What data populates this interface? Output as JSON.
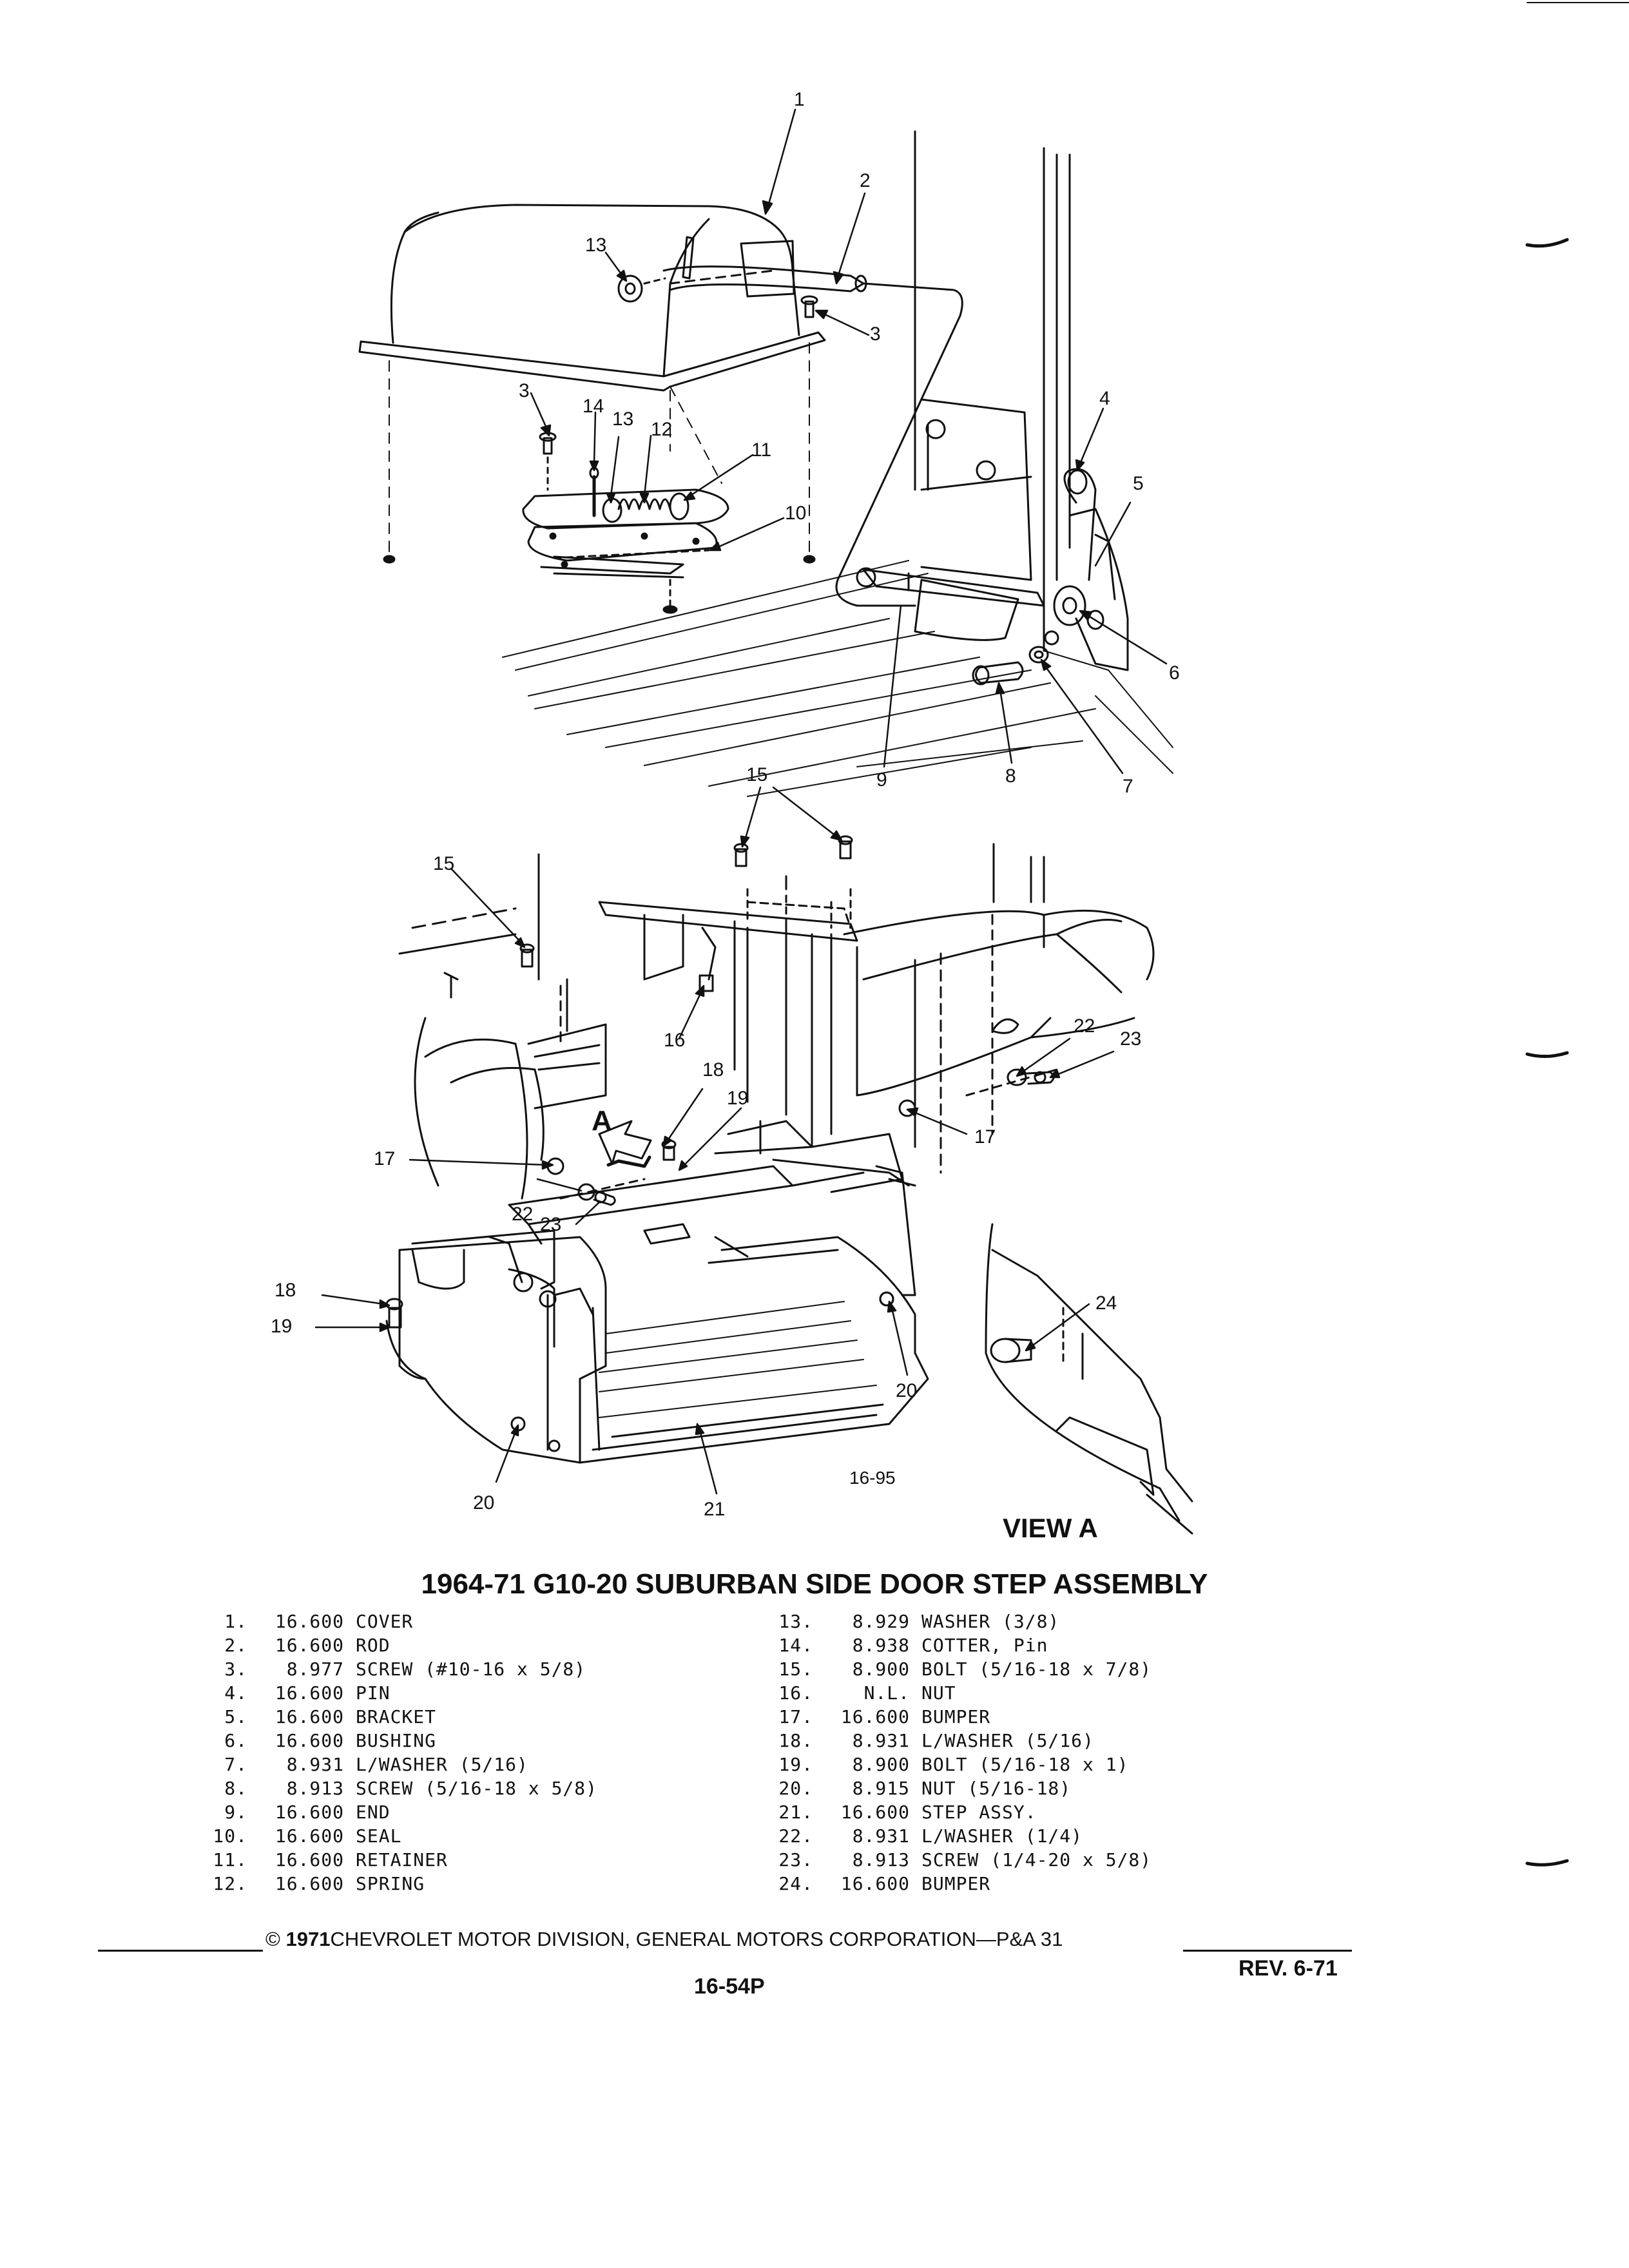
{
  "title": "1964-71 G10-20 SUBURBAN SIDE DOOR STEP ASSEMBLY",
  "figure_code": "16-95",
  "view_label": "VIEW A",
  "arrow_letter": "A",
  "callouts": {
    "c1": "1",
    "c2": "2",
    "c3a": "3",
    "c3b": "3",
    "c4": "4",
    "c5": "5",
    "c6": "6",
    "c7": "7",
    "c8": "8",
    "c9": "9",
    "c10": "10",
    "c11": "11",
    "c12": "12",
    "c13a": "13",
    "c13b": "13",
    "c14": "14",
    "c15a": "15",
    "c15b": "15",
    "c16": "16",
    "c17a": "17",
    "c17b": "17",
    "c18a": "18",
    "c18b": "18",
    "c19a": "19",
    "c19b": "19",
    "c20a": "20",
    "c20b": "20",
    "c21": "21",
    "c22a": "22",
    "c22b": "22",
    "c23a": "23",
    "c23b": "23",
    "c24": "24"
  },
  "parts_left": [
    {
      "num": "1.",
      "code": "16.600",
      "name": "COVER"
    },
    {
      "num": "2.",
      "code": "16.600",
      "name": "ROD"
    },
    {
      "num": "3.",
      "code": "8.977",
      "name": "SCREW (#10-16 x 5/8)"
    },
    {
      "num": "4.",
      "code": "16.600",
      "name": "PIN"
    },
    {
      "num": "5.",
      "code": "16.600",
      "name": "BRACKET"
    },
    {
      "num": "6.",
      "code": "16.600",
      "name": "BUSHING"
    },
    {
      "num": "7.",
      "code": "8.931",
      "name": "L/WASHER (5/16)"
    },
    {
      "num": "8.",
      "code": "8.913",
      "name": "SCREW (5/16-18 x 5/8)"
    },
    {
      "num": "9.",
      "code": "16.600",
      "name": "END"
    },
    {
      "num": "10.",
      "code": "16.600",
      "name": "SEAL"
    },
    {
      "num": "11.",
      "code": "16.600",
      "name": "RETAINER"
    },
    {
      "num": "12.",
      "code": "16.600",
      "name": "SPRING"
    }
  ],
  "parts_right": [
    {
      "num": "13.",
      "code": "8.929",
      "name": "WASHER (3/8)"
    },
    {
      "num": "14.",
      "code": "8.938",
      "name": "COTTER, Pin"
    },
    {
      "num": "15.",
      "code": "8.900",
      "name": "BOLT (5/16-18 x 7/8)"
    },
    {
      "num": "16.",
      "code": "N.L.",
      "name": "NUT"
    },
    {
      "num": "17.",
      "code": "16.600",
      "name": "BUMPER"
    },
    {
      "num": "18.",
      "code": "8.931",
      "name": "L/WASHER (5/16)"
    },
    {
      "num": "19.",
      "code": "8.900",
      "name": "BOLT (5/16-18 x 1)"
    },
    {
      "num": "20.",
      "code": "8.915",
      "name": "NUT (5/16-18)"
    },
    {
      "num": "21.",
      "code": "16.600",
      "name": "STEP ASSY."
    },
    {
      "num": "22.",
      "code": "8.931",
      "name": "L/WASHER (1/4)"
    },
    {
      "num": "23.",
      "code": "8.913",
      "name": "SCREW (1/4-20 x 5/8)"
    },
    {
      "num": "24.",
      "code": "16.600",
      "name": "BUMPER"
    }
  ],
  "footer": {
    "symbol": "©",
    "year": "1971",
    "text": "CHEVROLET MOTOR DIVISION, GENERAL MOTORS CORPORATION—P&A 31",
    "page": "16-54P",
    "rev": "REV. 6-71"
  }
}
